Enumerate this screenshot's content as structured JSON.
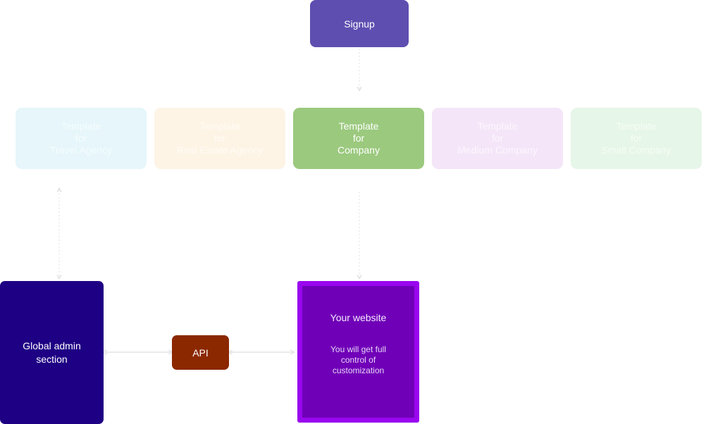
{
  "signup": {
    "label": "Signup"
  },
  "templates": [
    {
      "line1": "Template",
      "line2": "for",
      "line3": "Travel Agency"
    },
    {
      "line1": "Template",
      "line2": "for",
      "line3": "Real Estate Agency"
    },
    {
      "line1": "Template",
      "line2": "for",
      "line3": "Company"
    },
    {
      "line1": "Template",
      "line2": "for",
      "line3": "Medium Company"
    },
    {
      "line1": "Template",
      "line2": "for",
      "line3": "Small Company"
    }
  ],
  "admin": {
    "line1": "Global admin",
    "line2": "section"
  },
  "api": {
    "label": "API"
  },
  "website": {
    "title": "Your website",
    "description": "You will get full control of customization"
  },
  "colors": {
    "signup": "#5e4eb0",
    "company_template": "#9bc97e",
    "admin": "#1e0084",
    "api": "#8b2800",
    "website_border": "#9a06ef",
    "website_fill": "#7000b8"
  }
}
